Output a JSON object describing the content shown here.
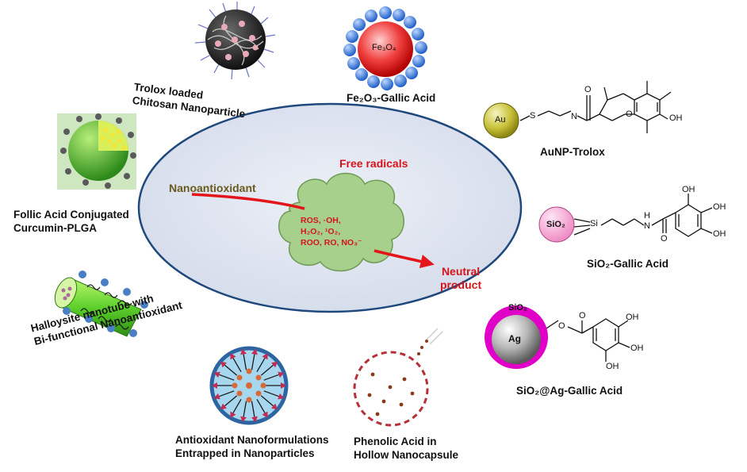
{
  "center": {
    "nanoantioxidant": "Nanoantioxidant",
    "free_radicals": "Free radicals",
    "radicals_line1": "ROS, ·OH,",
    "radicals_line2": "H₂O₂, ¹O₂,",
    "radicals_line3": "ROO, RO, NO₃⁻",
    "neutral_line1": "Neutral",
    "neutral_line2": "product"
  },
  "items": {
    "trolox_chitosan": {
      "line1": "Trolox loaded",
      "line2": "Chitosan Nanoparticle"
    },
    "fe_gallic": {
      "label": "Fe₂O₃-Gallic Acid",
      "core": "Fe₃O₄"
    },
    "au_trolox": {
      "label": "AuNP-Trolox",
      "core": "Au",
      "s": "S",
      "n": "N",
      "o": "O",
      "oh": "OH"
    },
    "folic_plga": {
      "line1": "Follic Acid Conjugated",
      "line2": "Curcumin-PLGA"
    },
    "sio2_gallic": {
      "label": "SiO₂-Gallic Acid",
      "core": "SiO₂",
      "si": "Si",
      "o": "O",
      "h": "H",
      "n": "N",
      "oh": "OH"
    },
    "halloysite": {
      "line1": "Halloysite nanotube with",
      "line2": "Bi-functional Nanoantioxidant"
    },
    "sio2_ag": {
      "label": "SiO₂@Ag-Gallic Acid",
      "shell": "SiO₂",
      "core": "Ag",
      "o": "O",
      "oh": "OH"
    },
    "entrapped": {
      "line1": "Antioxidant Nanoformulations",
      "line2": "Entrapped in Nanoparticles"
    },
    "phenolic": {
      "line1": "Phenolic Acid in",
      "line2": "Hollow Nanocapsule"
    }
  },
  "colors": {
    "ellipse_fill": "#dde3ef",
    "ellipse_stroke": "#1f497d",
    "cloud_fill": "#a6d08c",
    "arrow": "#e3151b",
    "fe_bead": "#2f6fd6",
    "magenta_shell": "#e000c8"
  }
}
